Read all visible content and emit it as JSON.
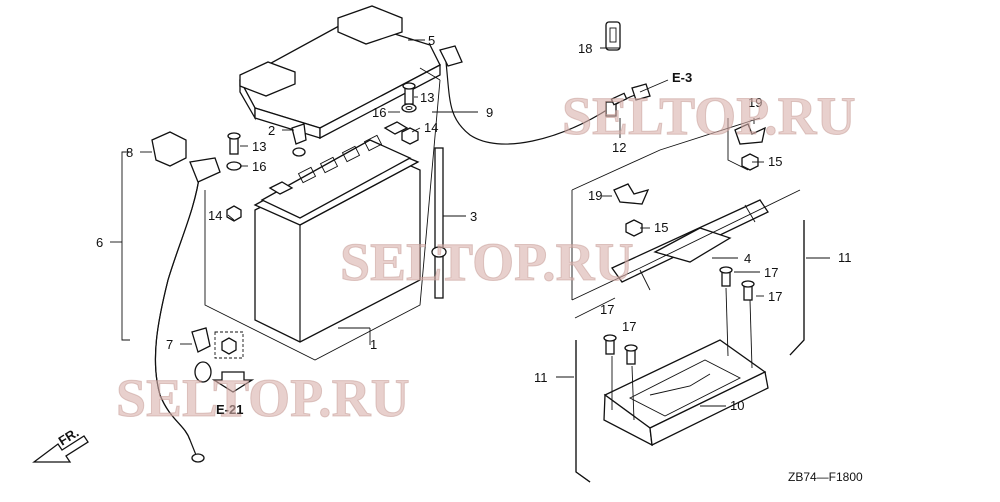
{
  "callouts": {
    "p1": "1",
    "p2": "2",
    "p3": "3",
    "p4": "4",
    "p5": "5",
    "p6": "6",
    "p7": "7",
    "p8": "8",
    "p9": "9",
    "p10": "10",
    "p11a": "11",
    "p11b": "11",
    "p12": "12",
    "p13a": "13",
    "p13b": "13",
    "p14a": "14",
    "p14b": "14",
    "p15a": "15",
    "p15b": "15",
    "p16a": "16",
    "p16b": "16",
    "p17a": "17",
    "p17b": "17",
    "p17c": "17",
    "p17d": "17",
    "p18": "18",
    "p19a": "19",
    "p19b": "19"
  },
  "references": {
    "e3": "E-3",
    "e21": "E-21"
  },
  "front_marker": "FR.",
  "diagram_code": "ZB74—F1800",
  "watermarks": [
    "SELTOP.RU",
    "SELTOP.RU",
    "SELTOP.RU"
  ],
  "colors": {
    "line": "#111111",
    "watermark": "#d9b1ab",
    "background": "#ffffff"
  }
}
